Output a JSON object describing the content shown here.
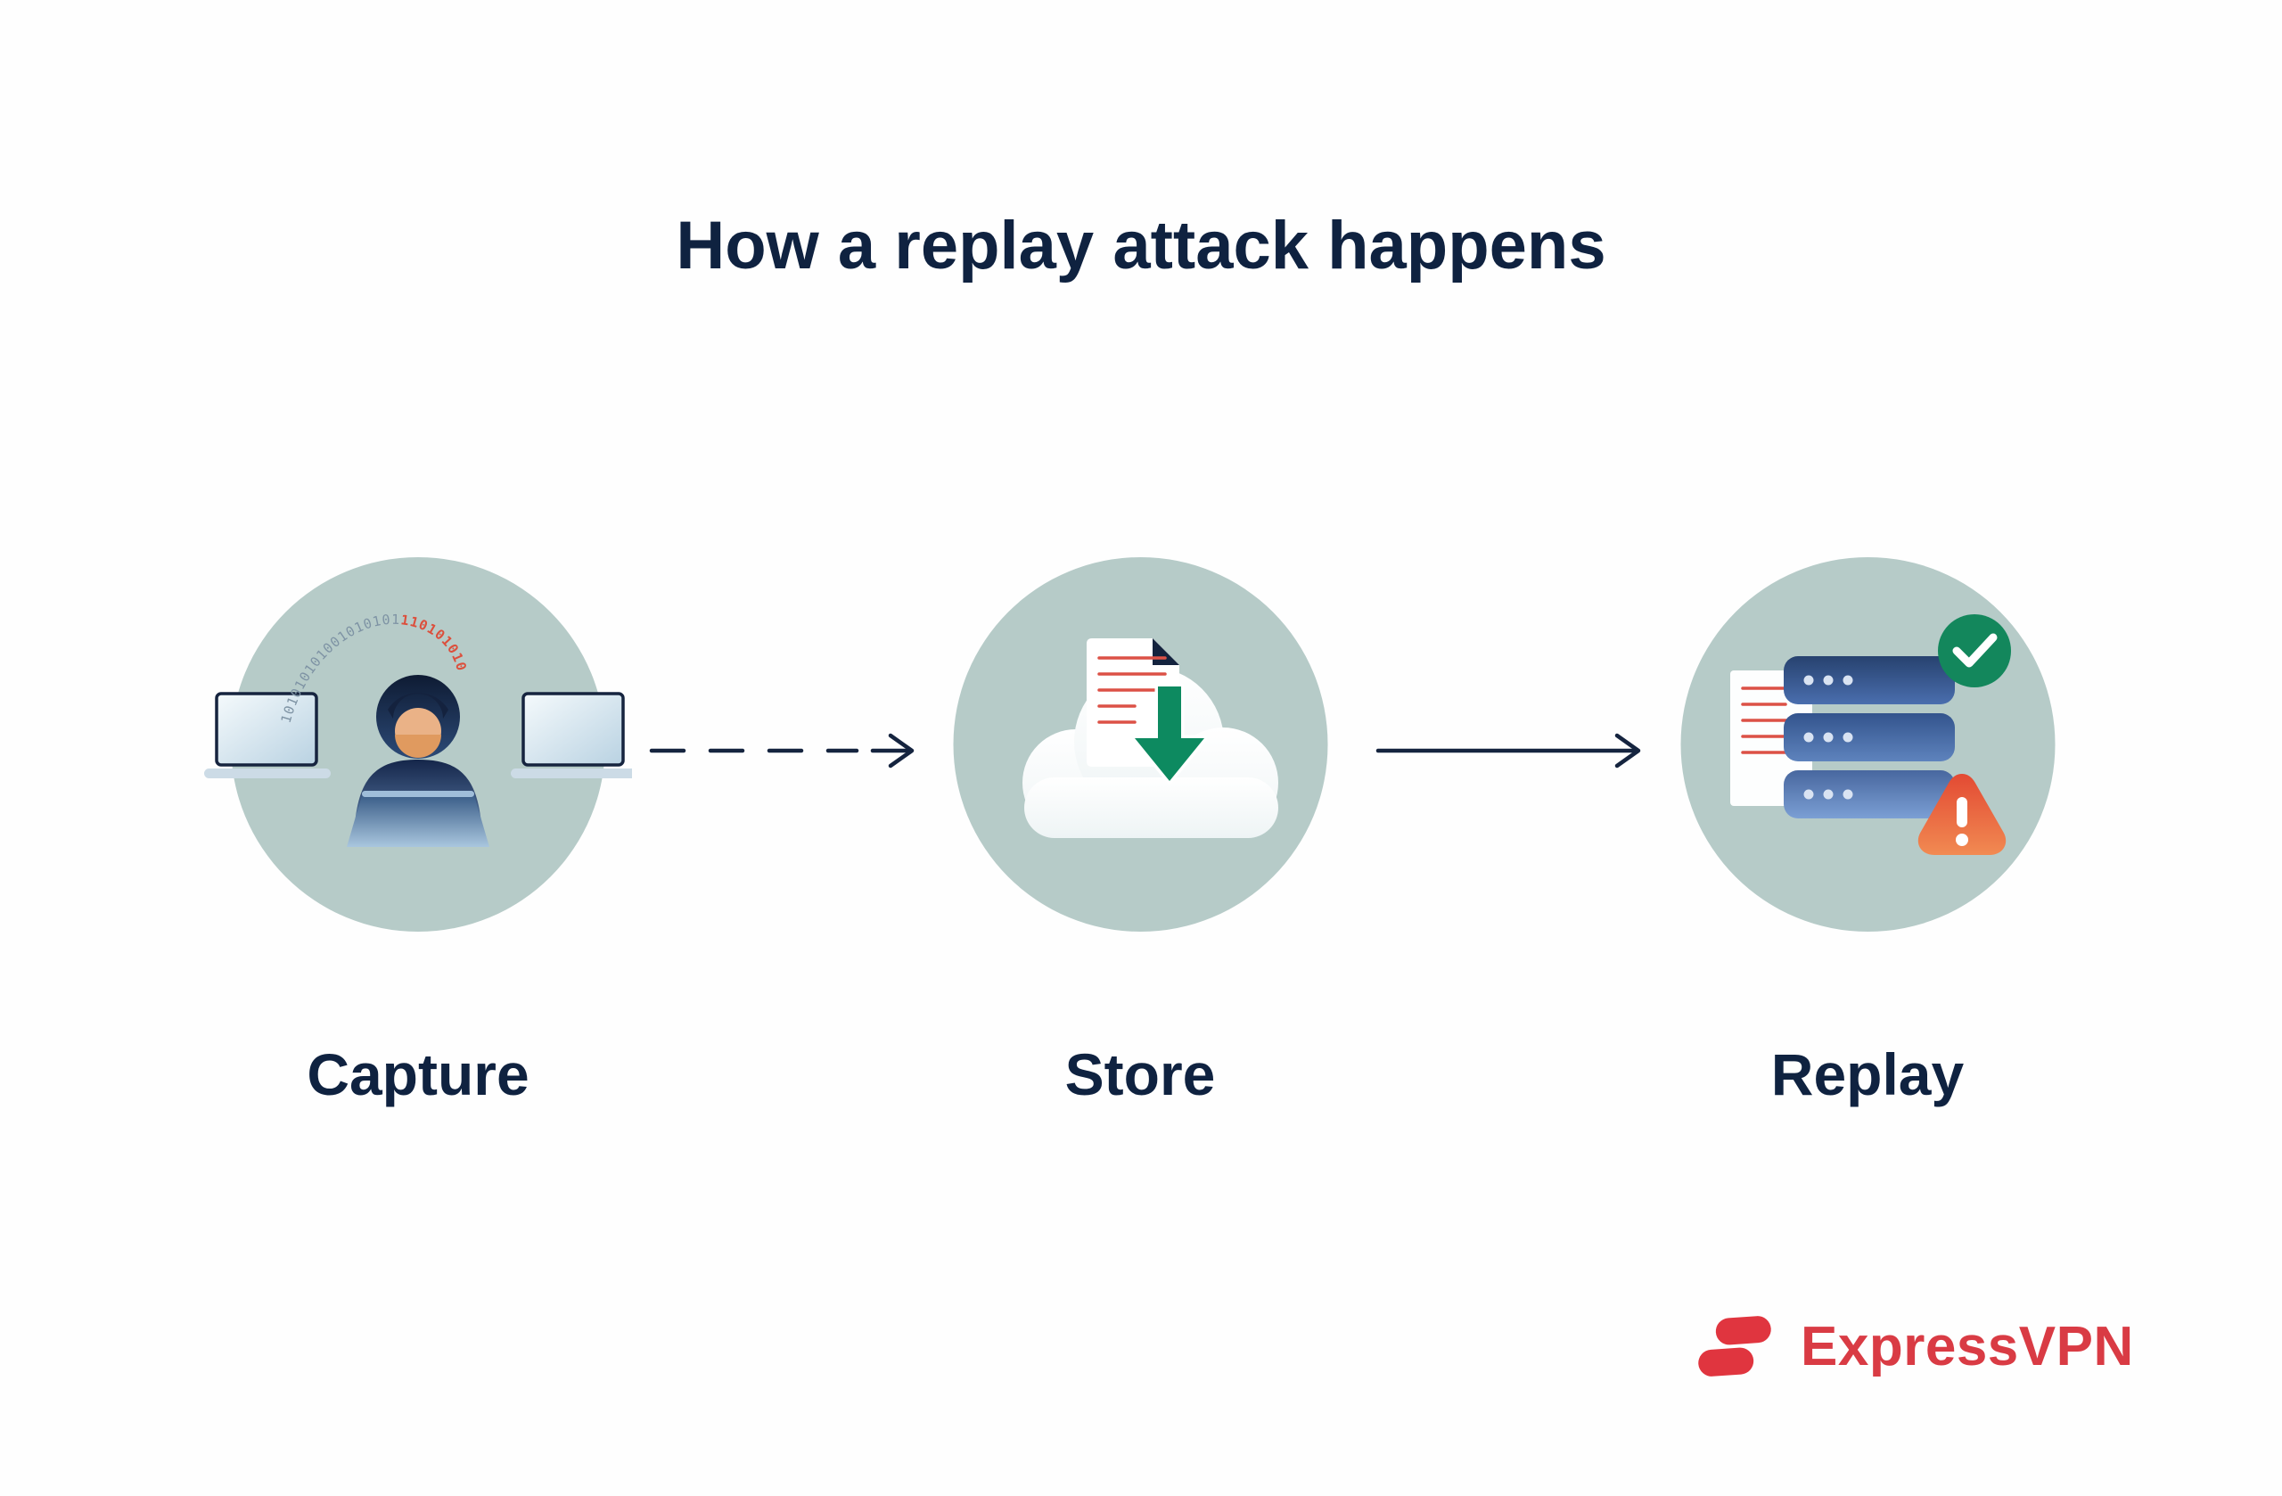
{
  "title": "How a replay attack happens",
  "steps": [
    {
      "id": "capture",
      "label": "Capture",
      "icon": "attacker-interception-icon"
    },
    {
      "id": "store",
      "label": "Store",
      "icon": "cloud-document-download-icon"
    },
    {
      "id": "replay",
      "label": "Replay",
      "icon": "server-stack-alert-icon"
    }
  ],
  "connectors": [
    {
      "from": "capture",
      "to": "store",
      "style": "dashed"
    },
    {
      "from": "store",
      "to": "replay",
      "style": "solid"
    }
  ],
  "binary_stream": {
    "gray": "101010101001010101",
    "red": "110101010"
  },
  "brand": {
    "name": "ExpressVPN"
  },
  "colors": {
    "heading": "#0f2240",
    "label": "#0f2240",
    "circle_background": "#b6cbc8",
    "arrow": "#15243f",
    "binary_gray": "#7e93a4",
    "binary_red": "#dc4f3c",
    "document_line_red": "#dc5146",
    "download_green": "#0d8a60",
    "check_green": "#13875c",
    "warning_orange_top": "#e34a33",
    "warning_orange_bottom": "#f18a52",
    "server_blue": "#33548d",
    "brand_red": "#d93b44"
  }
}
